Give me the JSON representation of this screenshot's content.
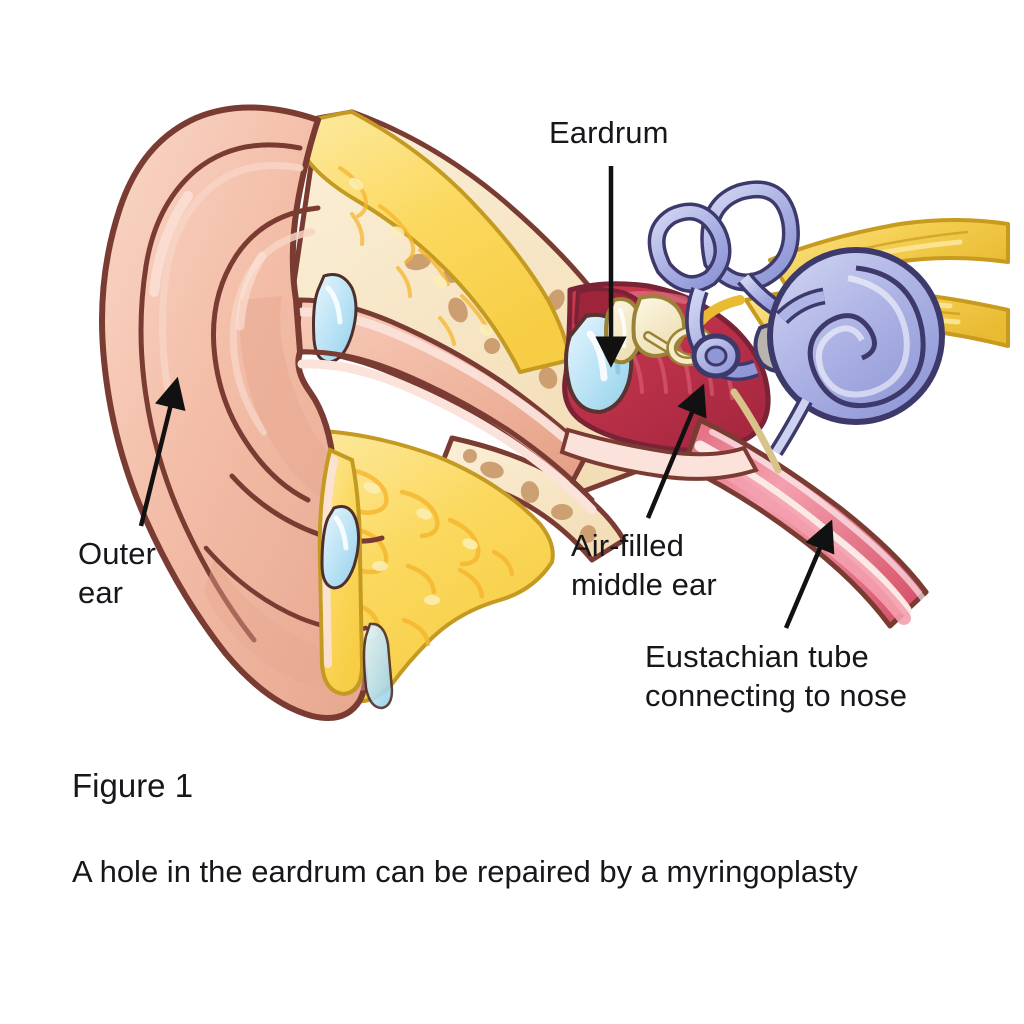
{
  "figure": {
    "title": "Figure 1",
    "caption": "A hole in the eardrum can be repaired by a myringoplasty"
  },
  "diagram": {
    "subject": "cross-section of the human ear",
    "labels": [
      {
        "id": "eardrum",
        "text": "Eardrum",
        "points_to": "tympanic membrane"
      },
      {
        "id": "outer-ear",
        "text": "Outer\near",
        "points_to": "pinna / auricle"
      },
      {
        "id": "middle-ear",
        "text": "Air-filled\nmiddle ear",
        "points_to": "tympanic cavity"
      },
      {
        "id": "eustachian",
        "text": "Eustachian tube\nconnecting to nose",
        "points_to": "eustachian tube"
      }
    ],
    "structures": [
      {
        "id": "pinna",
        "name": "Outer ear (pinna)"
      },
      {
        "id": "ear-canal",
        "name": "External auditory canal"
      },
      {
        "id": "cartilage-fat",
        "name": "Cartilage and subcutaneous fat"
      },
      {
        "id": "temporal-bone",
        "name": "Temporal bone (mastoid)"
      },
      {
        "id": "eardrum-membrane",
        "name": "Tympanic membrane (eardrum)"
      },
      {
        "id": "ossicles",
        "name": "Ossicles: malleus, incus, stapes"
      },
      {
        "id": "middle-ear-cavity",
        "name": "Air-filled middle ear cavity"
      },
      {
        "id": "semicircular-canals",
        "name": "Semicircular canals"
      },
      {
        "id": "cochlea",
        "name": "Cochlea"
      },
      {
        "id": "auditory-nerve",
        "name": "Auditory nerve"
      },
      {
        "id": "eustachian-tube",
        "name": "Eustachian tube"
      }
    ],
    "colors": {
      "background": "#ffffff",
      "skin": "#f3bda7",
      "skin_light": "#f8d6c6",
      "skin_shadow": "#e7a78f",
      "skin_outline": "#7a3b32",
      "fat_yellow": "#fada66",
      "fat_yellow_light": "#fde9a0",
      "fat_outline": "#c49a22",
      "bone_cream": "#f8e7c8",
      "bone_spot": "#c9996a",
      "bone_outline": "#7a3b32",
      "membrane_blue": "#b9e2f5",
      "membrane_blue_light": "#dcf2fb",
      "muscle_red": "#c33b52",
      "muscle_red_light": "#e8798d",
      "tube_pink": "#f4a0ae",
      "ossicle_ivory": "#f6eccb",
      "ossicle_outline": "#9a8236",
      "inner_ear_purple": "#a9b0e3",
      "inner_ear_purple_light": "#cdd2f1",
      "inner_ear_outline": "#3d3a6b",
      "nerve_yellow": "#f5cf52",
      "nerve_yellow_light": "#fbe79a",
      "arrow_black": "#111111",
      "text": "#15171a"
    }
  }
}
